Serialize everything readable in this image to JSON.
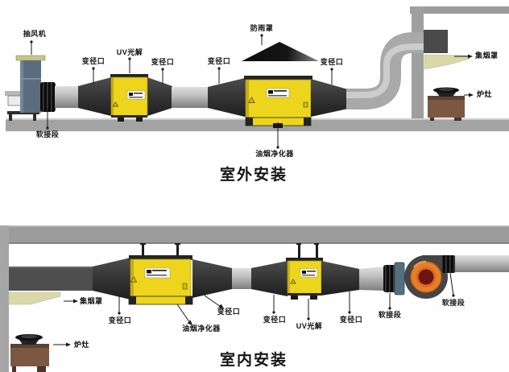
{
  "outdoor": {
    "title": "室外安装",
    "labels": {
      "exhaust_fan": "抽风机",
      "soft_joint": "软接段",
      "reducer_1": "变径口",
      "uv_photolysis": "UV光解",
      "reducer_2": "变径口",
      "reducer_3": "变径口",
      "rain_cover": "防雨罩",
      "reducer_4": "变径口",
      "purifier": "油烟净化器",
      "smoke_hood": "集烟罩",
      "stove": "炉灶"
    }
  },
  "indoor": {
    "title": "室内安装",
    "labels": {
      "smoke_hood": "集烟罩",
      "stove": "炉灶",
      "reducer_1": "变径口",
      "purifier": "油烟净化器",
      "reducer_2": "变径口",
      "reducer_3": "变径口",
      "uv_photolysis": "UV光解",
      "reducer_4": "变径口",
      "soft_joint_1": "软接段",
      "soft_joint_2": "软接段"
    }
  },
  "colors": {
    "equipment_yellow": "#ecd51c",
    "duct_gray": "#b8b8b8",
    "cone_dark": "#3a3a3a",
    "structure_gray": "#a0a0a0",
    "fan_body_blue": "#5b6c7e",
    "blower_orange": "#e87e28",
    "blower_center_red": "#6e1411",
    "hood_canopy": "#d8d8ab",
    "stove_brown": "#7b5844"
  }
}
